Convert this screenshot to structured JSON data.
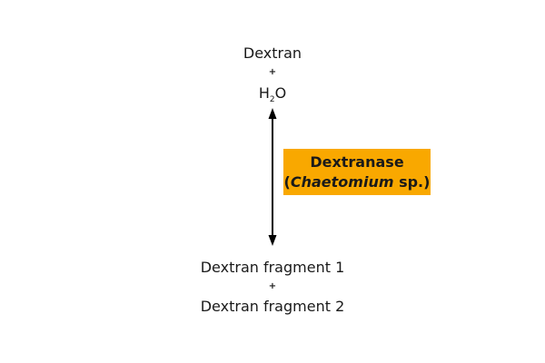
{
  "reactants": {
    "substrate": "Dextran",
    "plus": "+",
    "water_main": "H",
    "water_sub": "2",
    "water_end": "O"
  },
  "enzyme": {
    "name": "Dextranase",
    "open_paren": "(",
    "organism": "Chaetomium",
    "species_suffix": " sp.)",
    "box_color": "#F9A800"
  },
  "products": {
    "product1": "Dextran fragment 1",
    "plus": "+",
    "product2": "Dextran fragment 2"
  },
  "arrow": {
    "type": "double-headed-vertical",
    "color": "#000000"
  }
}
